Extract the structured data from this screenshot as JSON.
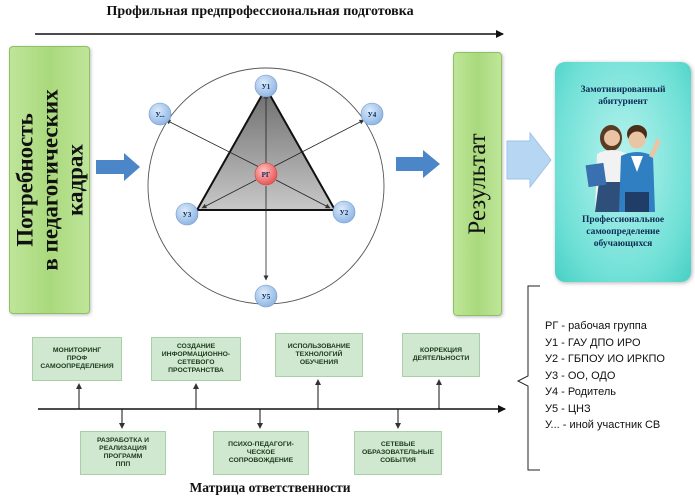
{
  "header": {
    "title": "Профильная предпрофессиональная подготовка"
  },
  "left_box": {
    "line1": "Потребность",
    "line2": "в педагогических",
    "line3": "кадрах"
  },
  "result_box": {
    "label": "Результат"
  },
  "outcome_box": {
    "title": "Замотивированный абитуриент",
    "subtitle": "Профессиональное самоопределение обучающихся"
  },
  "diagram": {
    "center": "РГ",
    "nodes": [
      {
        "id": "u1",
        "label": "У1"
      },
      {
        "id": "u2",
        "label": "У2"
      },
      {
        "id": "u3",
        "label": "У3"
      },
      {
        "id": "u4",
        "label": "У4"
      },
      {
        "id": "u5",
        "label": "У5"
      },
      {
        "id": "other",
        "label": "У..."
      }
    ]
  },
  "matrix": {
    "title": "Матрица ответственности",
    "upper_boxes": [
      "МОНИТОРИНГ\nПРОФ\nСАМООПРЕДЕЛЕНИЯ",
      "СОЗДАНИЕ\nИНФОРМАЦИОННО-\nСЕТЕВОГО\nПРОСТРАНСТВА",
      "ИСПОЛЬЗОВАНИЕ\nТЕХНОЛОГИЙ\nОБУЧЕНИЯ",
      "КОРРЕКЦИЯ\nДЕЯТЕЛЬНОСТИ"
    ],
    "lower_boxes": [
      "РАЗРАБОТКА И\nРЕАЛИЗАЦИЯ\nПРОГРАММ\nППП",
      "ПСИХО-ПЕДАГОГИ-\nЧЕСКОЕ\nСОПРОВОЖДЕНИЕ",
      "СЕТЕВЫЕ\nОБРАЗОВАТЕЛЬНЫЕ\nСОБЫТИЯ"
    ]
  },
  "legend": {
    "items": [
      "РГ - рабочая группа",
      "У1 - ГАУ ДПО ИРО",
      "У2 - ГБПОУ ИО ИРКПО",
      "У3 - ОО, ОДО",
      "У4 - Родитель",
      "У5 - ЦНЗ",
      "У... - иной участник СВ"
    ]
  },
  "colors": {
    "green_box": "#a9d97c",
    "teal_box": "#6fe0d6",
    "arrow_blue": "#4a86c8",
    "node_blue": "#9cc0ea",
    "center_red": "#f06b6b",
    "matrix_box": "#cfe8cf"
  }
}
